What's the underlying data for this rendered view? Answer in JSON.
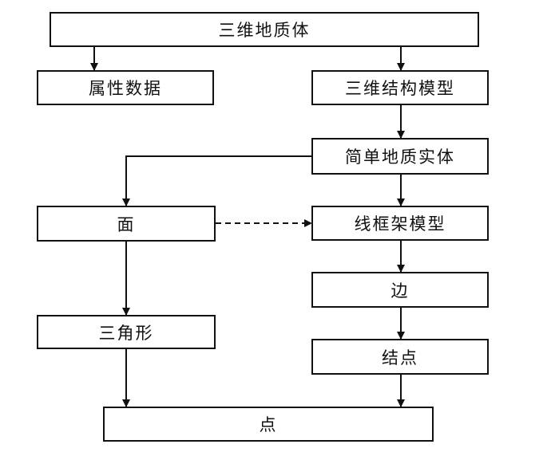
{
  "nodes": {
    "geologic_body_3d": "三维地质体",
    "attribute_data": "属性数据",
    "structural_model_3d": "三维结构模型",
    "simple_geologic_entity": "简单地质实体",
    "face": "面",
    "wireframe_model": "线框架模型",
    "edge": "边",
    "triangle": "三角形",
    "node": "结点",
    "point": "点"
  },
  "colors": {
    "line": "#111111",
    "background": "#ffffff"
  }
}
